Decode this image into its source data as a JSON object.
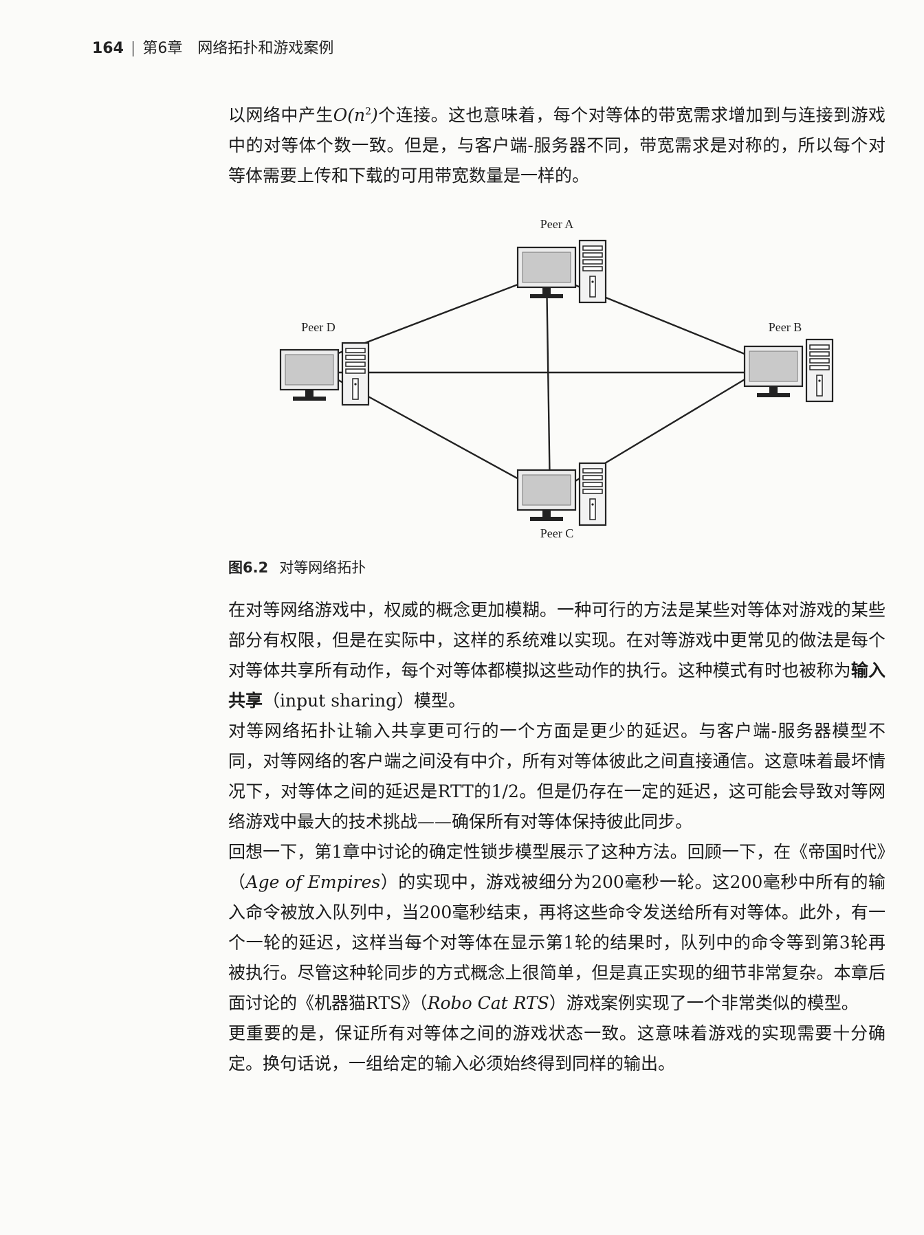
{
  "header": {
    "page_number": "164",
    "chapter": "第6章",
    "chapter_title": "网络拓扑和游戏案例"
  },
  "para1": {
    "text_a": "以网络中产生",
    "formula_base": "O(n",
    "formula_exp": "2",
    "formula_close": ")",
    "text_b": "个连接。这也意味着，每个对等体的带宽需求增加到与连接到游戏中的对等体个数一致。但是，与客户端-服务器不同，带宽需求是对称的，所以每个对等体需要上传和下载的可用带宽数量是一样的。"
  },
  "figure": {
    "peers": [
      "Peer A",
      "Peer B",
      "Peer C",
      "Peer D"
    ],
    "caption_number": "图6.2",
    "caption_text": "对等网络拓扑"
  },
  "paragraphs": {
    "p2_a": "在对等网络游戏中，权威的概念更加模糊。一种可行的方法是某些对等体对游戏的某些部分有权限，但是在实际中，这样的系统难以实现。在对等游戏中更常见的做法是每个对等体共享所有动作，每个对等体都模拟这些动作的执行。这种模式有时也被称为",
    "p2_bold": "输入共享",
    "p2_b": "（input sharing）模型。",
    "p3": "对等网络拓扑让输入共享更可行的一个方面是更少的延迟。与客户端-服务器模型不同，对等网络的客户端之间没有中介，所有对等体彼此之间直接通信。这意味着最坏情况下，对等体之间的延迟是RTT的1/2。但是仍存在一定的延迟，这可能会导致对等网络游戏中最大的技术挑战——确保所有对等体保持彼此同步。",
    "p4_a": "回想一下，第1章中讨论的确定性锁步模型展示了这种方法。回顾一下，在《帝国时代》（",
    "p4_italic1": "Age of Empires",
    "p4_b": "）的实现中，游戏被细分为200毫秒一轮。这200毫秒中所有的输入命令被放入队列中，当200毫秒结束，再将这些命令发送给所有对等体。此外，有一个一轮的延迟，这样当每个对等体在显示第1轮的结果时，队列中的命令等到第3轮再被执行。尽管这种轮同步的方式概念上很简单，但是真正实现的细节非常复杂。本章后面讨论的《机器猫RTS》（",
    "p4_italic2": "Robo Cat RTS",
    "p4_c": "）游戏案例实现了一个非常类似的模型。",
    "p5": "更重要的是，保证所有对等体之间的游戏状态一致。这意味着游戏的实现需要十分确定。换句话说，一组给定的输入必须始终得到同样的输出。"
  }
}
